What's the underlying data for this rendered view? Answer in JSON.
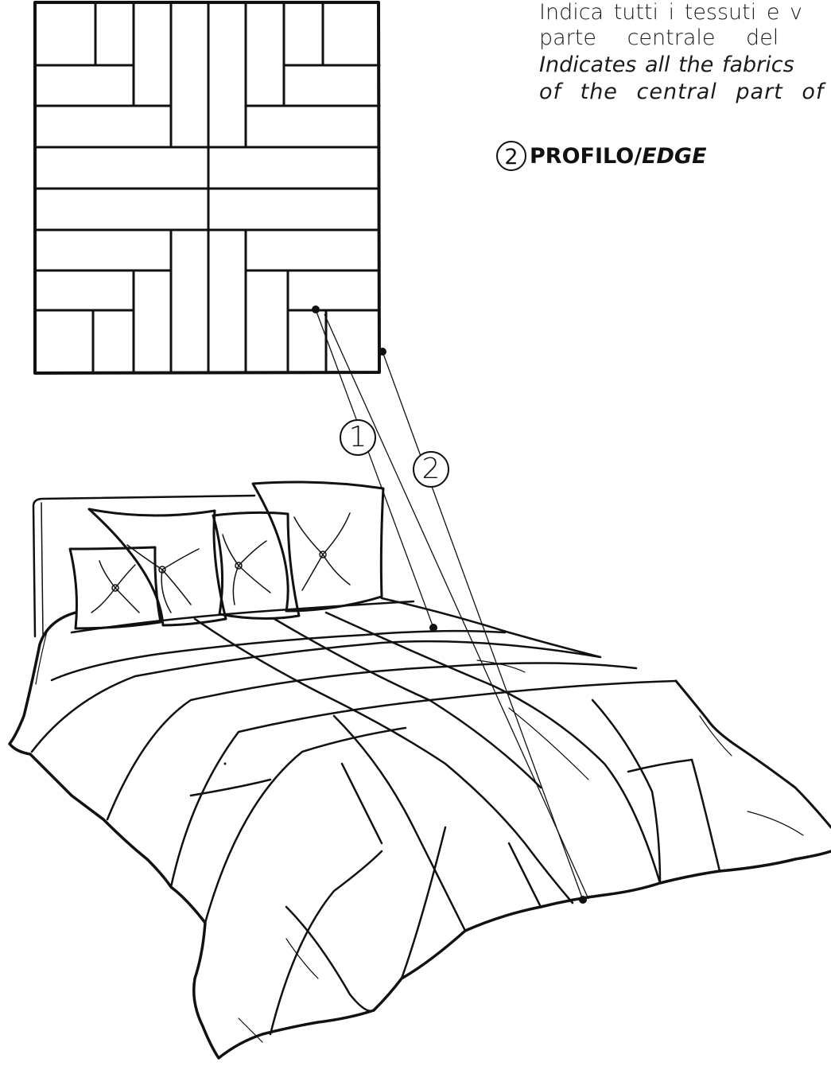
{
  "text": {
    "line1": "Indica tutti i tessuti e v",
    "line2": "parte centrale del",
    "line3": "Indicates all the fabrics",
    "line4": "of the central part of"
  },
  "heading": {
    "number": "2",
    "label_bold": "PROFILO/",
    "label_bold_italic": "EDGE"
  },
  "callouts": {
    "one": "1",
    "two": "2"
  },
  "colors": {
    "ink": "#111111",
    "background": "#ffffff"
  }
}
